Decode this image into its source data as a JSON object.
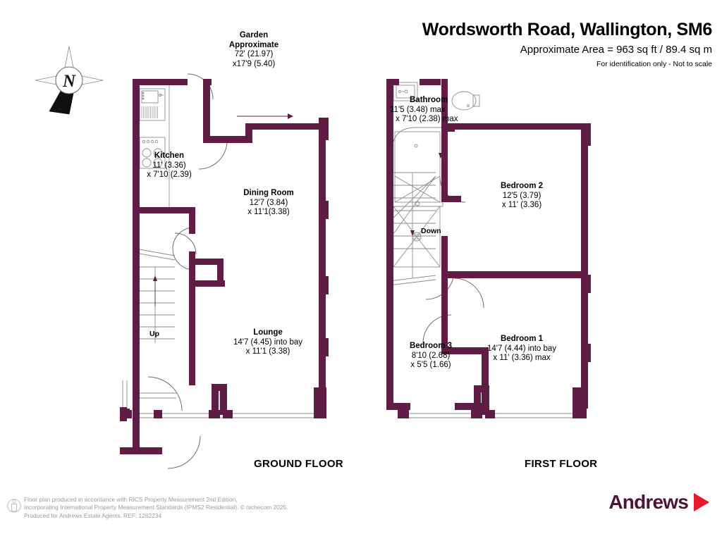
{
  "header": {
    "title": "Wordsworth Road, Wallington, SM6",
    "area": "Approximate Area = 963 sq ft / 89.4 sq m",
    "note": "For identification only - Not to scale"
  },
  "compass": {
    "label": "N",
    "icon": "compass-north-icon"
  },
  "floors": [
    {
      "caption": "GROUND FLOOR"
    },
    {
      "caption": "FIRST FLOOR"
    }
  ],
  "garden": {
    "line1": "Garden",
    "line2": "Approximate",
    "line3": "72' (21.97)",
    "line4": "x17'9 (5.40)"
  },
  "ground_rooms": [
    {
      "name": "Kitchen",
      "dim1": "11' (3.36)",
      "dim2": "x 7'10 (2.39)"
    },
    {
      "name": "Dining Room",
      "dim1": "12'7 (3.84)",
      "dim2": "x 11'1(3.38)"
    },
    {
      "name": "Lounge",
      "dim1": "14'7 (4.45) into bay",
      "dim2": "x 11'1 (3.38)"
    }
  ],
  "first_rooms": [
    {
      "name": "Bathroom",
      "dim1": "11'5 (3.48) max",
      "dim2": "x 7'10 (2.38) max"
    },
    {
      "name": "Bedroom 2",
      "dim1": "12'5 (3.79)",
      "dim2": "x 11' (3.36)"
    },
    {
      "name": "Bedroom 1",
      "dim1": "14'7 (4.44) into bay",
      "dim2": "x 11' (3.36) max"
    },
    {
      "name": "Bedroom 3",
      "dim1": "8'10 (2.68)",
      "dim2": "x 5'5 (1.66)"
    }
  ],
  "stairs": {
    "up_label": "Up",
    "down_label": "Down"
  },
  "footer": {
    "line1": "Floor plan produced in accordance with RICS Property Measurement 2nd Edition,",
    "line2": "Incorporating International Property Measurement Standards (IPMS2 Residential).   © nichecom 2025.",
    "line3": "Produced for Andrews Estate Agents.   REF: 1262234"
  },
  "logo": {
    "word": "Andrews",
    "chevron": "chevron-right-icon"
  },
  "colors": {
    "wall": "#5f1d45",
    "wall_dark": "#511336",
    "fixture_line": "#6b6b6b",
    "brand_text": "#4b1535",
    "brand_chevron": "#e8192c",
    "footer_text": "#9b9b9b"
  }
}
